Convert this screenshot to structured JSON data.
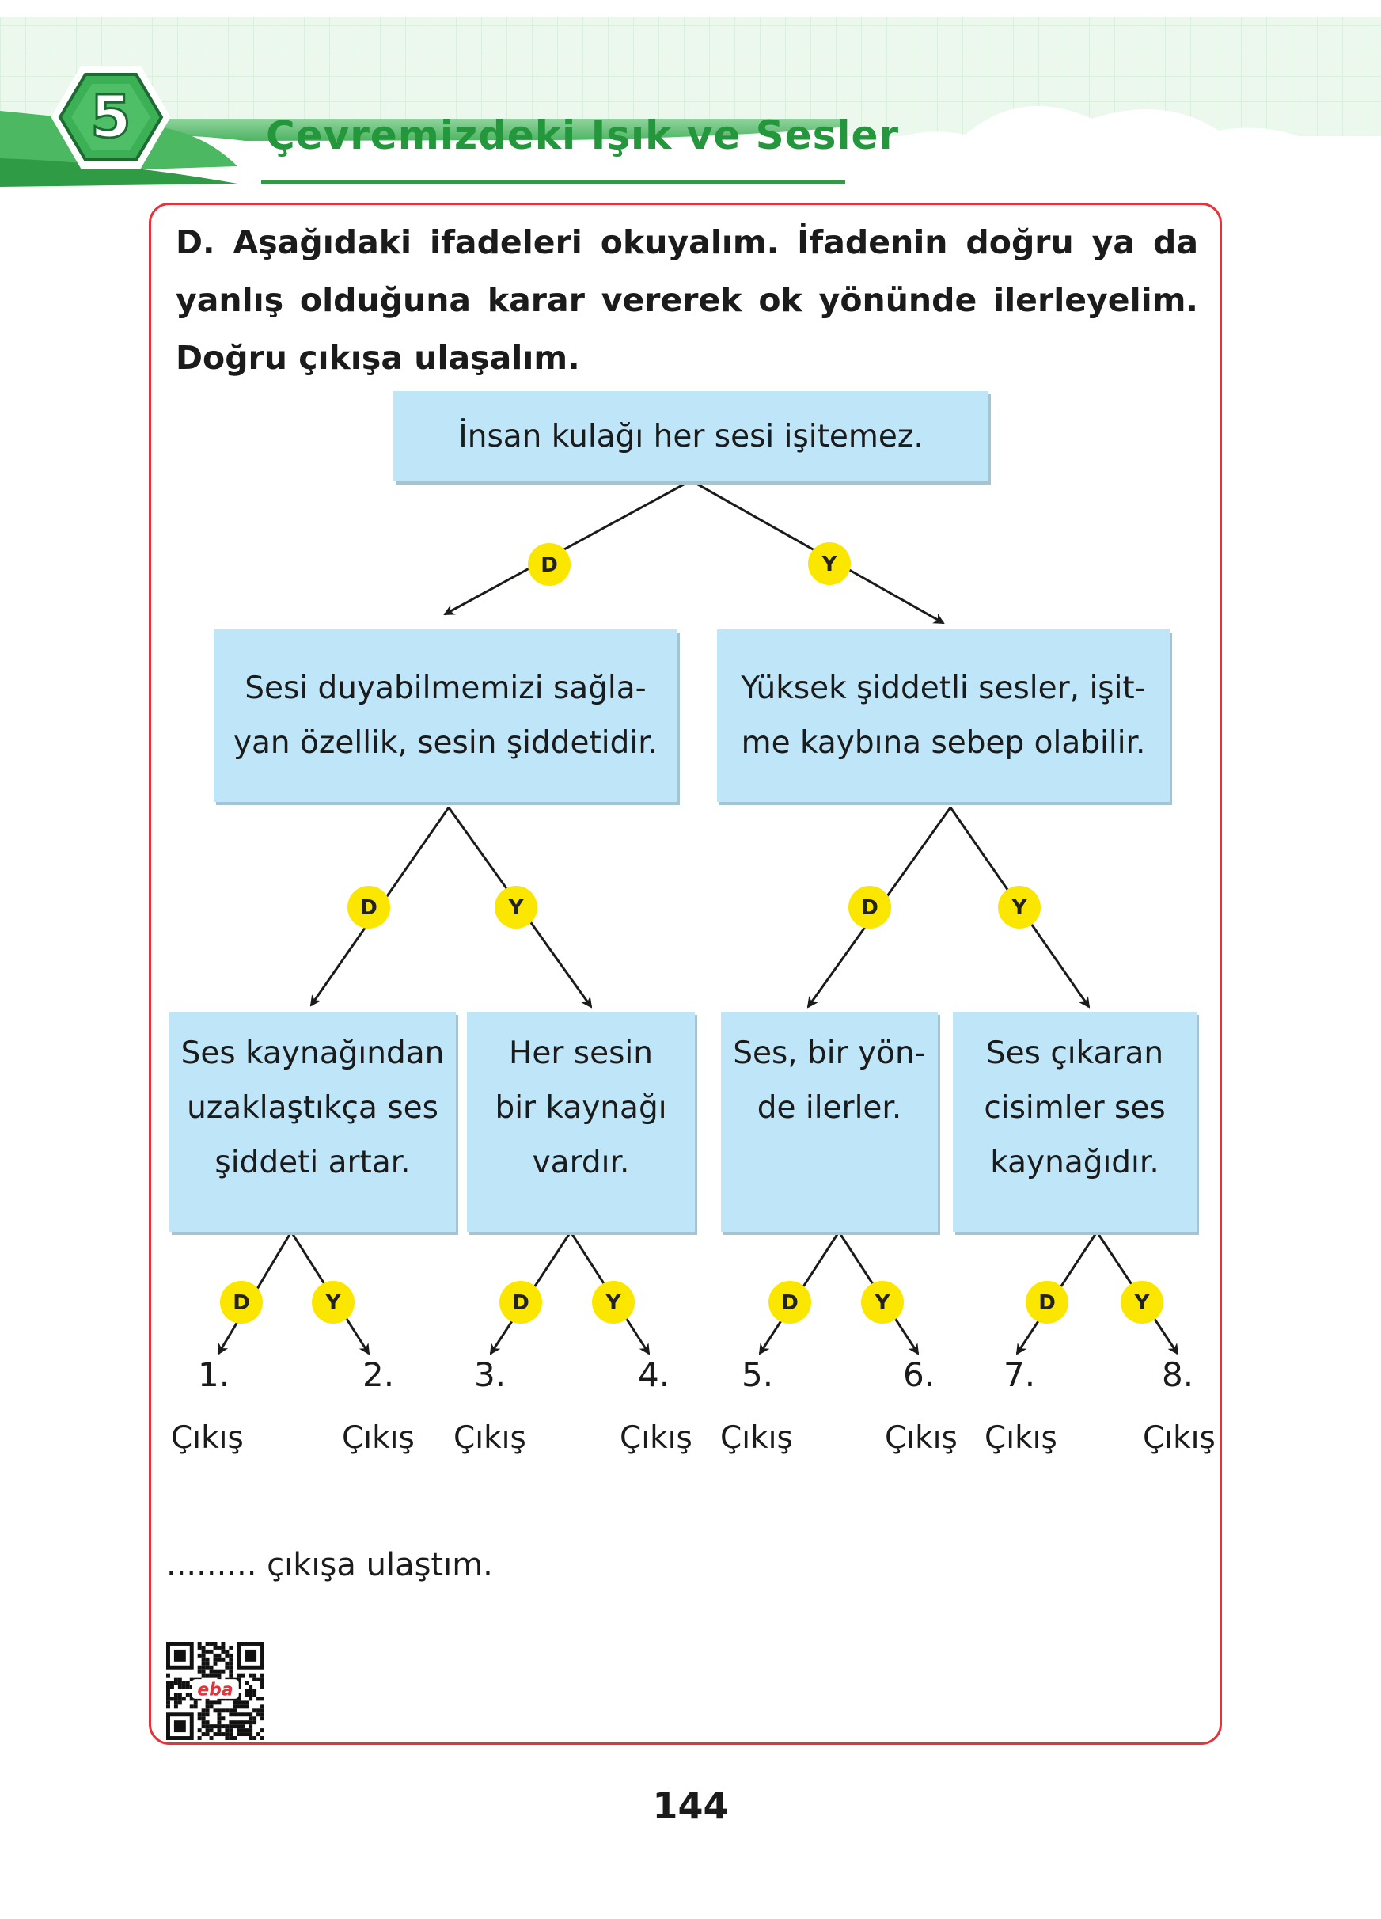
{
  "header": {
    "unit_number": "5",
    "chapter_title": "Çevremizdeki Işık ve Sesler"
  },
  "instructions": "D. Aşağıdaki ifadeleri okuyalım. İfadenin doğru ya da yanlış olduğuna karar vererek ok yönünde ilerleyelim. Doğru çıkışa ulaşalım.",
  "tree": {
    "root": "İnsan kulağı her sesi işitemez.",
    "level2": [
      "Sesi duyabilmemizi sağla-\nyan özellik, sesin şiddetidir.",
      "Yüksek şiddetli sesler, işit-\nme kaybına sebep olabilir."
    ],
    "level3": [
      "Ses kaynağından\nuzaklaştıkça ses\nşiddeti artar.",
      "Her sesin\nbir kaynağı\nvardır.",
      "Ses, bir yön-\nde ilerler.",
      "Ses çıkaran\ncisimler ses\nkaynağıdır."
    ],
    "true_label": "D",
    "false_label": "Y"
  },
  "exits": [
    {
      "number": "1.",
      "label": "Çıkış"
    },
    {
      "number": "2.",
      "label": "Çıkış"
    },
    {
      "number": "3.",
      "label": "Çıkış"
    },
    {
      "number": "4.",
      "label": "Çıkış"
    },
    {
      "number": "5.",
      "label": "Çıkış"
    },
    {
      "number": "6.",
      "label": "Çıkış"
    },
    {
      "number": "7.",
      "label": "Çıkış"
    },
    {
      "number": "8.",
      "label": "Çıkış"
    }
  ],
  "answer_line": "......... çıkışa ulaştım.",
  "qr_code": {
    "icon": "qr-code-icon",
    "logo_text": "eba"
  },
  "page_number": "144",
  "colors": {
    "frame": "#e5323b",
    "box_fill": "#bfe6f8",
    "badge": "#fbe600",
    "title_green": "#24963c"
  }
}
